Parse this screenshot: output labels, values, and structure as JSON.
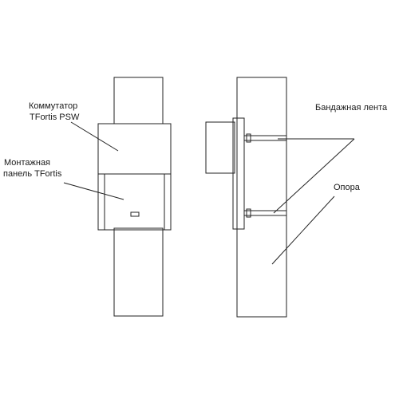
{
  "labels": {
    "switch_line1": "Коммутатор",
    "switch_line2": "TFortis PSW",
    "panel_line1": "Монтажная",
    "panel_line2": "панель TFortis",
    "band": "Бандажная лента",
    "pole": "Опора"
  },
  "colors": {
    "stroke": "#222222",
    "background": "#ffffff"
  }
}
